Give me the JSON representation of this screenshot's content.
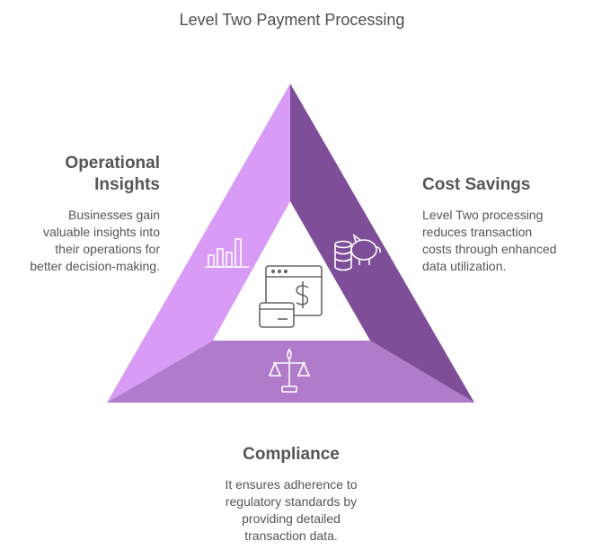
{
  "title": "Level Two Payment Processing",
  "sections": {
    "operational": {
      "heading_line1": "Operational",
      "heading_line2": "Insights",
      "desc_lines": [
        "Businesses gain",
        "valuable insights into",
        "their operations for",
        "better decision-making."
      ],
      "color": "#d89cf6",
      "icon": "bar-chart-icon"
    },
    "cost": {
      "heading": "Cost Savings",
      "desc_lines": [
        "Level Two processing",
        "reduces transaction",
        "costs through enhanced",
        "data utilization."
      ],
      "color": "#7e4f98",
      "icon": "piggy-bank-coins-icon"
    },
    "compliance": {
      "heading": "Compliance",
      "desc_lines": [
        "It ensures adherence to",
        "regulatory standards by",
        "providing detailed",
        "transaction data."
      ],
      "color": "#b07bcb",
      "icon": "balance-scale-icon"
    }
  },
  "center_icon": "payment-card-dollar-icon"
}
